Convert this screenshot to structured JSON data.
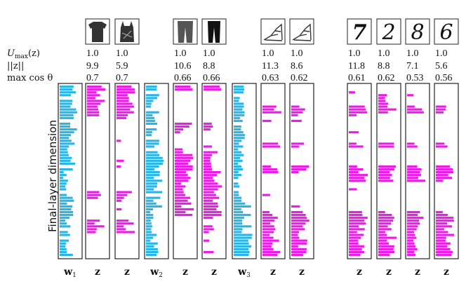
{
  "row_labels": {
    "umax": "U",
    "umax_sub": "max",
    "umax_arg": "(z)",
    "norm": "||z||",
    "cos": "max cos θ"
  },
  "y_axis_label": "Final-layer dimension",
  "colors": {
    "weight_bar": "#29b6e6",
    "feature_bar": "#ea1de6",
    "frame": "#222222"
  },
  "columns": [
    {
      "kind": "w",
      "label": "w",
      "sub": "1",
      "umax": "",
      "norm": "",
      "cos": "",
      "icon": ""
    },
    {
      "kind": "z",
      "label": "z",
      "sub": "",
      "umax": "1.0",
      "norm": "9.9",
      "cos": "0.7",
      "icon": "tshirt-thumbnail"
    },
    {
      "kind": "z",
      "label": "z",
      "sub": "",
      "umax": "1.0",
      "norm": "5.9",
      "cos": "0.7",
      "icon": "tank-top-thumbnail"
    },
    {
      "kind": "w",
      "label": "w",
      "sub": "2",
      "umax": "",
      "norm": "",
      "cos": "",
      "icon": ""
    },
    {
      "kind": "z",
      "label": "z",
      "sub": "",
      "umax": "1.0",
      "norm": "10.6",
      "cos": "0.66",
      "icon": "trouser-thumbnail"
    },
    {
      "kind": "z",
      "label": "z",
      "sub": "",
      "umax": "1.0",
      "norm": "8.8",
      "cos": "0.66",
      "icon": "trouser-thumbnail"
    },
    {
      "kind": "w",
      "label": "w",
      "sub": "3",
      "umax": "",
      "norm": "",
      "cos": "",
      "icon": ""
    },
    {
      "kind": "z",
      "label": "z",
      "sub": "",
      "umax": "1.0",
      "norm": "11.3",
      "cos": "0.63",
      "icon": "sandal-thumbnail"
    },
    {
      "kind": "z",
      "label": "z",
      "sub": "",
      "umax": "1.0",
      "norm": "8.6",
      "cos": "0.62",
      "icon": "sandal-thumbnail"
    },
    {
      "kind": "z",
      "label": "z",
      "sub": "",
      "umax": "1.0",
      "norm": "11.8",
      "cos": "0.61",
      "icon": "digit-7-thumbnail",
      "digit": "7"
    },
    {
      "kind": "z",
      "label": "z",
      "sub": "",
      "umax": "1.0",
      "norm": "8.8",
      "cos": "0.62",
      "icon": "digit-2-thumbnail",
      "digit": "2"
    },
    {
      "kind": "z",
      "label": "z",
      "sub": "",
      "umax": "1.0",
      "norm": "7.1",
      "cos": "0.53",
      "icon": "digit-8-thumbnail",
      "digit": "8"
    },
    {
      "kind": "z",
      "label": "z",
      "sub": "",
      "umax": "1.0",
      "norm": "5.6",
      "cos": "0.56",
      "icon": "digit-6-thumbnail",
      "digit": "6"
    }
  ]
}
